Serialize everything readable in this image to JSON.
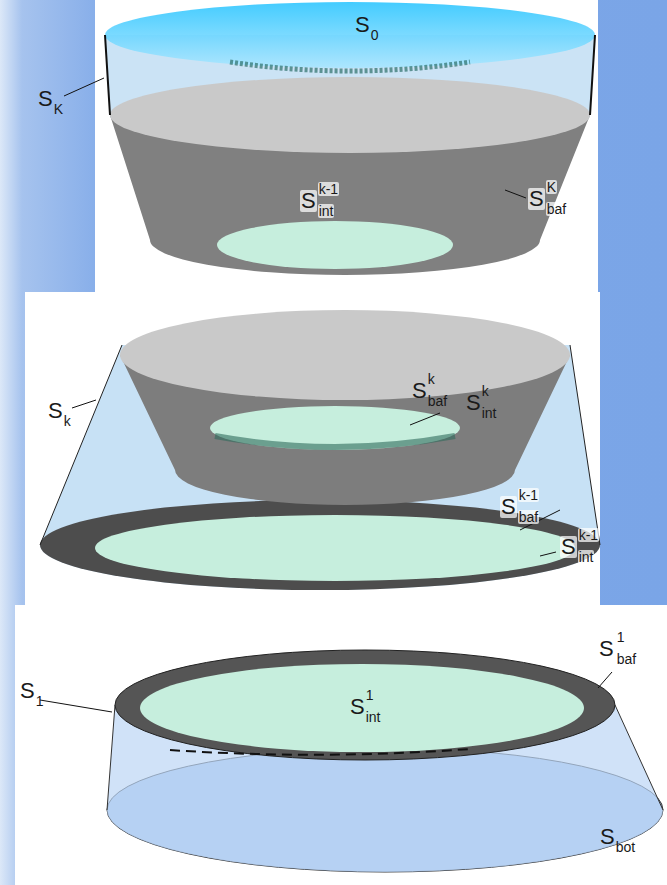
{
  "diagram": {
    "labels": [
      "S",
      "0",
      "S",
      "K",
      "S",
      "K",
      "baf",
      "S",
      "k-1",
      "int",
      "S",
      "k",
      "S",
      "k",
      "baf",
      "S",
      "k",
      "int",
      "S",
      "k-1",
      "baf",
      "S",
      "k-1",
      "int",
      "S",
      "1",
      "S",
      "1",
      "int",
      "S",
      "1",
      "baf",
      "S",
      "bot"
    ]
  }
}
